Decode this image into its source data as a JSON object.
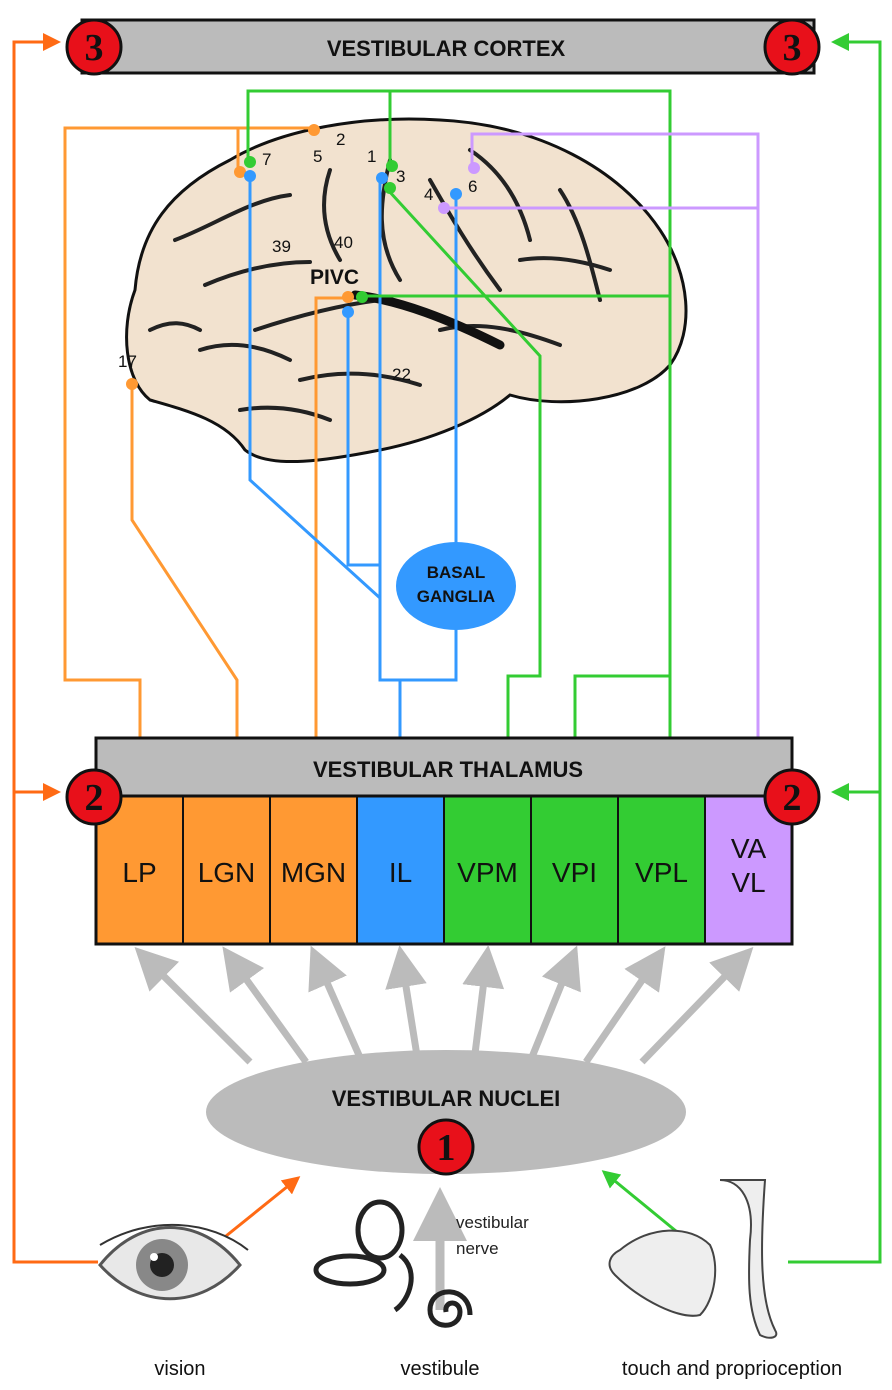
{
  "cortex": {
    "title": "VESTIBULAR CORTEX",
    "level": "3"
  },
  "thalamus": {
    "title": "VESTIBULAR THALAMUS",
    "level": "2",
    "nuclei": [
      {
        "label": "LP",
        "color": "#FF9933"
      },
      {
        "label": "LGN",
        "color": "#FF9933"
      },
      {
        "label": "MGN",
        "color": "#FF9933"
      },
      {
        "label": "IL",
        "color": "#3399FF"
      },
      {
        "label": "VPM",
        "color": "#33CC33"
      },
      {
        "label": "VPI",
        "color": "#33CC33"
      },
      {
        "label": "VPL",
        "color": "#33CC33"
      },
      {
        "label": "VA\nVL",
        "color": "#CC99FF"
      }
    ]
  },
  "nuclei_box": {
    "title": "VESTIBULAR NUCLEI",
    "level": "1"
  },
  "basal_ganglia": {
    "line1": "BASAL",
    "line2": "GANGLIA"
  },
  "brain_labels": {
    "a7": "7",
    "a5": "5",
    "a2": "2",
    "a1": "1",
    "a3": "3",
    "a4": "4",
    "a6": "6",
    "a39": "39",
    "a40": "40",
    "pivc": "PIVC",
    "a17": "17",
    "a22": "22"
  },
  "nerve": {
    "line1": "vestibular",
    "line2": "nerve"
  },
  "inputs": {
    "vision": "vision",
    "vestibule": "vestibule",
    "touch": "touch and proprioception"
  },
  "colors": {
    "orange": "#FF9933",
    "blue": "#3399FF",
    "green": "#33CC33",
    "purple": "#CC99FF",
    "gray": "#BBBBBB",
    "red": "#E8101A",
    "brain": "#F2E2CF",
    "arrow_orange": "#FF6A14"
  }
}
